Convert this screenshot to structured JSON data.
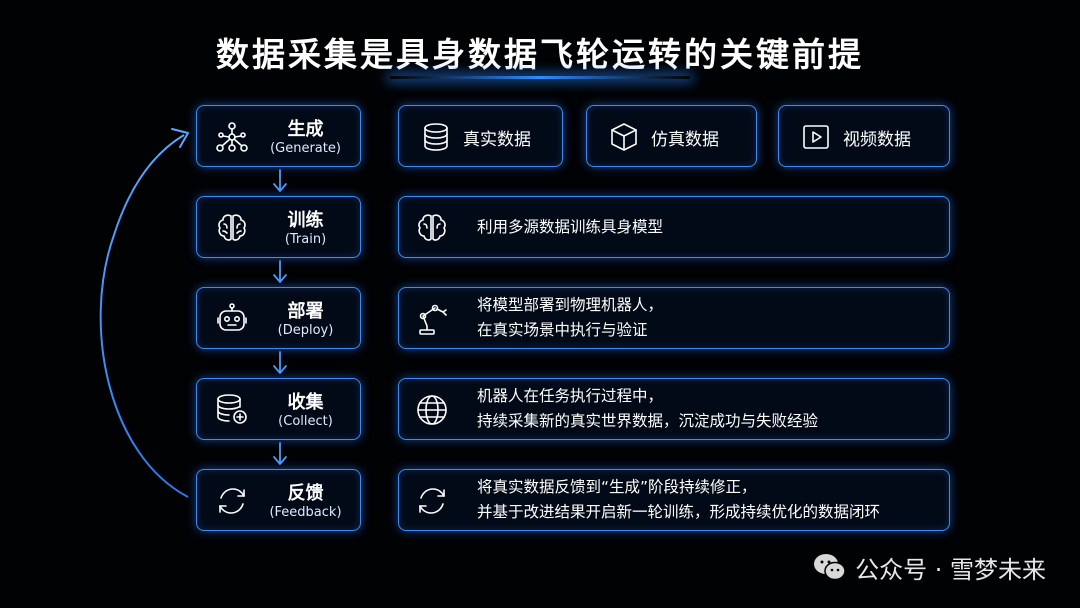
{
  "title": "数据采集是具身数据飞轮运转的关键前提",
  "steps": [
    {
      "label": "生成",
      "sub": "(Generate)",
      "icon": "network-nodes-icon"
    },
    {
      "label": "训练",
      "sub": "(Train)",
      "icon": "brain-icon"
    },
    {
      "label": "部署",
      "sub": "(Deploy)",
      "icon": "robot-head-icon"
    },
    {
      "label": "收集",
      "sub": "(Collect)",
      "icon": "database-add-icon"
    },
    {
      "label": "反馈",
      "sub": "(Feedback)",
      "icon": "refresh-cycle-icon"
    }
  ],
  "data_types": [
    {
      "label": "真实数据",
      "icon": "database-icon"
    },
    {
      "label": "仿真数据",
      "icon": "cube-icon"
    },
    {
      "label": "视频数据",
      "icon": "video-play-icon"
    }
  ],
  "descriptions": [
    {
      "lines": [
        "利用多源数据训练具身模型"
      ],
      "icon": "brain-icon"
    },
    {
      "lines": [
        "将模型部署到物理机器人，",
        "在真实场景中执行与验证"
      ],
      "icon": "robot-arm-icon"
    },
    {
      "lines": [
        "机器人在任务执行过程中，",
        "持续采集新的真实世界数据，沉淀成功与失败经验"
      ],
      "icon": "globe-icon"
    },
    {
      "lines": [
        "将真实数据反馈到“生成”阶段持续修正，",
        "并基于改进结果开启新一轮训练，形成持续优化的数据闭环"
      ],
      "icon": "refresh-cycle-icon"
    }
  ],
  "watermark": {
    "text": "公众号 · 雪梦未来",
    "icon": "wechat-icon"
  },
  "colors": {
    "accent": "#3d8bf0",
    "background": "#010204",
    "text": "#ffffff"
  }
}
